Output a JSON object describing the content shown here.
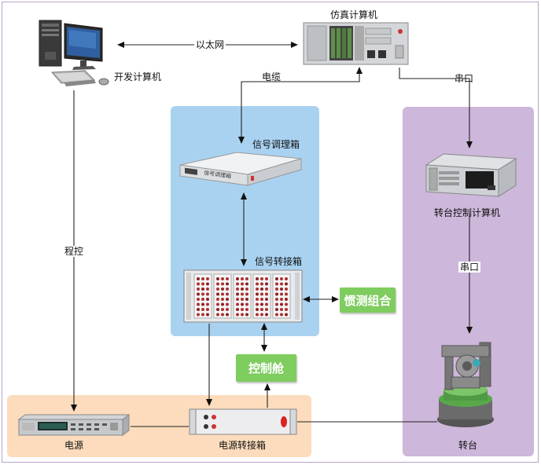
{
  "nodes": {
    "dev_computer": "开发计算机",
    "sim_computer": "仿真计算机",
    "signal_conditioner": "信号调理箱",
    "signal_adapter": "信号转接箱",
    "turntable_computer": "转台控制计算机",
    "power_supply": "电源",
    "power_adapter": "电源转接箱",
    "turntable": "转台",
    "inertial_unit": "惯测组合",
    "control_cabin": "控制舱"
  },
  "edges": {
    "ethernet": "以太网",
    "cable": "电缆",
    "serial_top": "串口",
    "serial_mid": "串口",
    "program_control": "程控"
  },
  "device_marks": {
    "signal_conditioner_plate": "信号调理箱"
  },
  "colors": {
    "blue_region": "#a9d2f1",
    "purple_region": "#cdb7da",
    "peach_region": "#fcdcbc",
    "green_box": "#7fcc5f"
  }
}
